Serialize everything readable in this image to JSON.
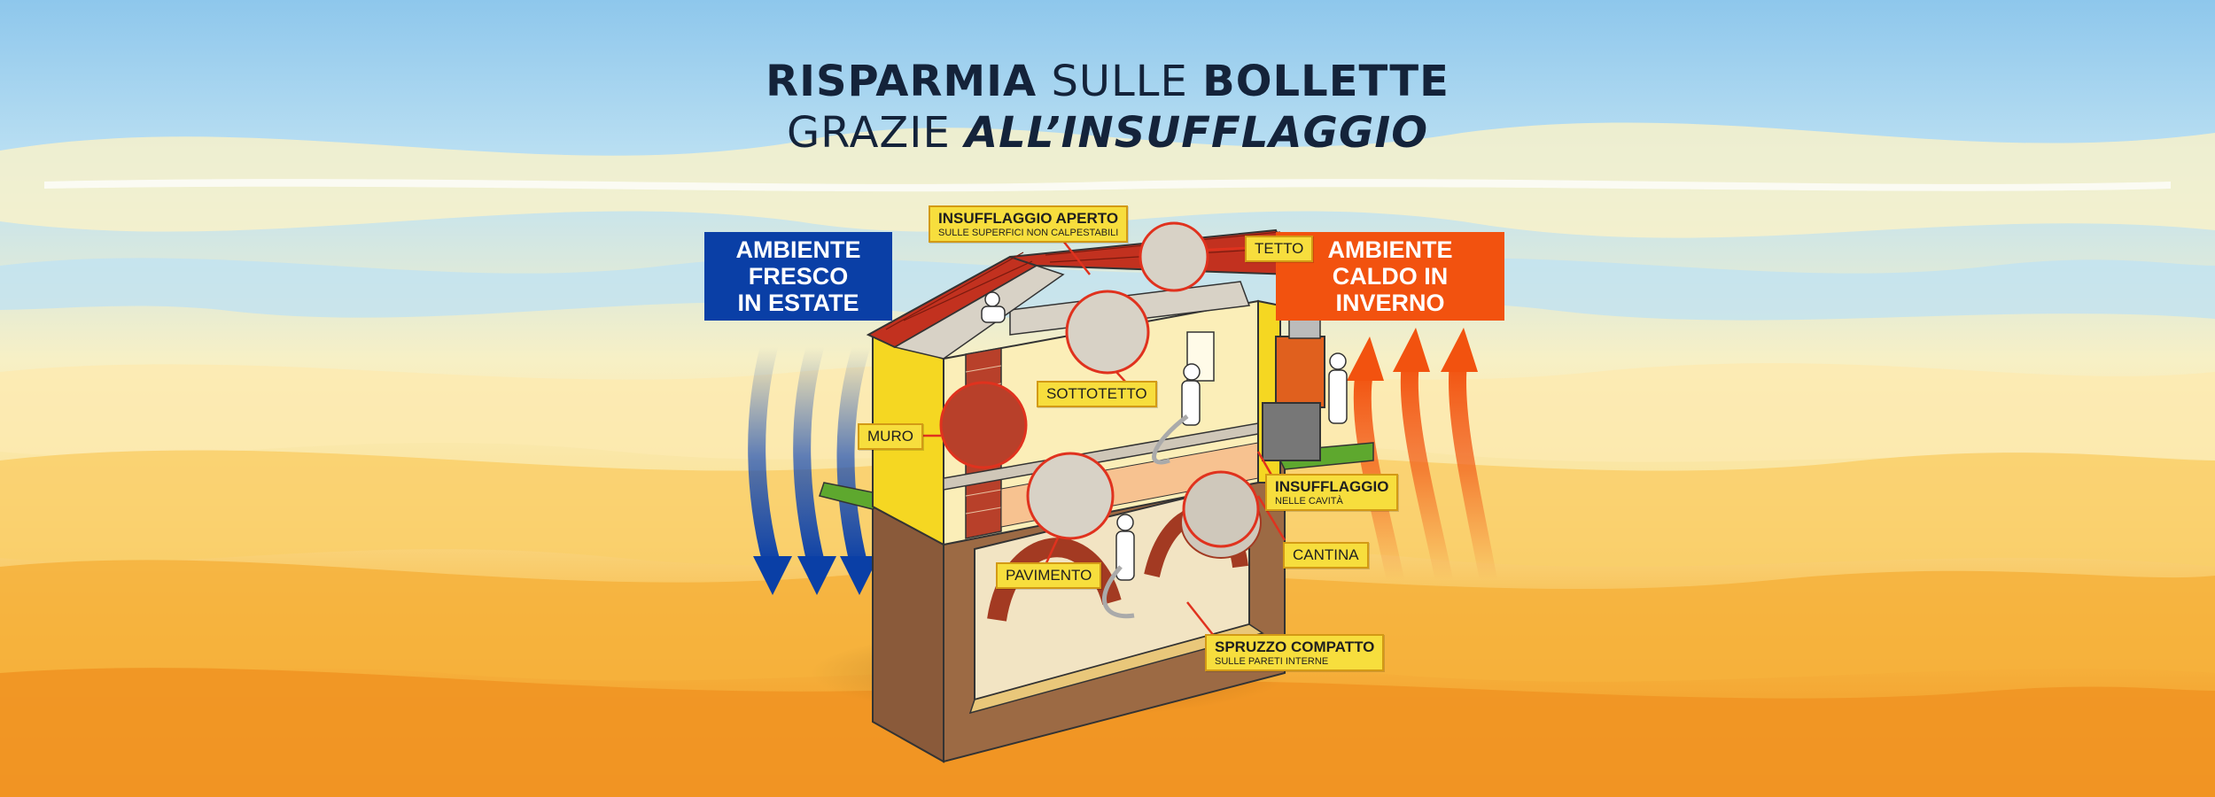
{
  "title": {
    "line1_bold_a": "RISPARMIA",
    "line1_regular": " SULLE ",
    "line1_bold_b": "BOLLETTE",
    "line2_regular": "GRAZIE ",
    "line2_italic": "ALL’INSUFFLAGGIO"
  },
  "panels": {
    "summer_line1": "AMBIENTE",
    "summer_line2": "FRESCO",
    "summer_line3": "IN ESTATE",
    "winter_line1": "AMBIENTE",
    "winter_line2": "CALDO IN",
    "winter_line3": "INVERNO"
  },
  "labels": {
    "open_blowing_title": "INSUFFLAGGIO APERTO",
    "open_blowing_sub": "SULLE SUPERFICI NON CALPESTABILI",
    "roof": "TETTO",
    "attic": "SOTTOTETTO",
    "wall": "MURO",
    "blowing_title": "INSUFFLAGGIO",
    "blowing_sub": "NELLE CAVITÀ",
    "cellar": "CANTINA",
    "floor": "PAVIMENTO",
    "spray_title": "SPRUZZO COMPATTO",
    "spray_sub": "SULLE PARETI INTERNE"
  },
  "colors": {
    "summer_blue": "#0a3fa6",
    "winter_orange": "#f2520f",
    "label_yellow": "#f7de3d",
    "title_navy": "#14233a"
  }
}
